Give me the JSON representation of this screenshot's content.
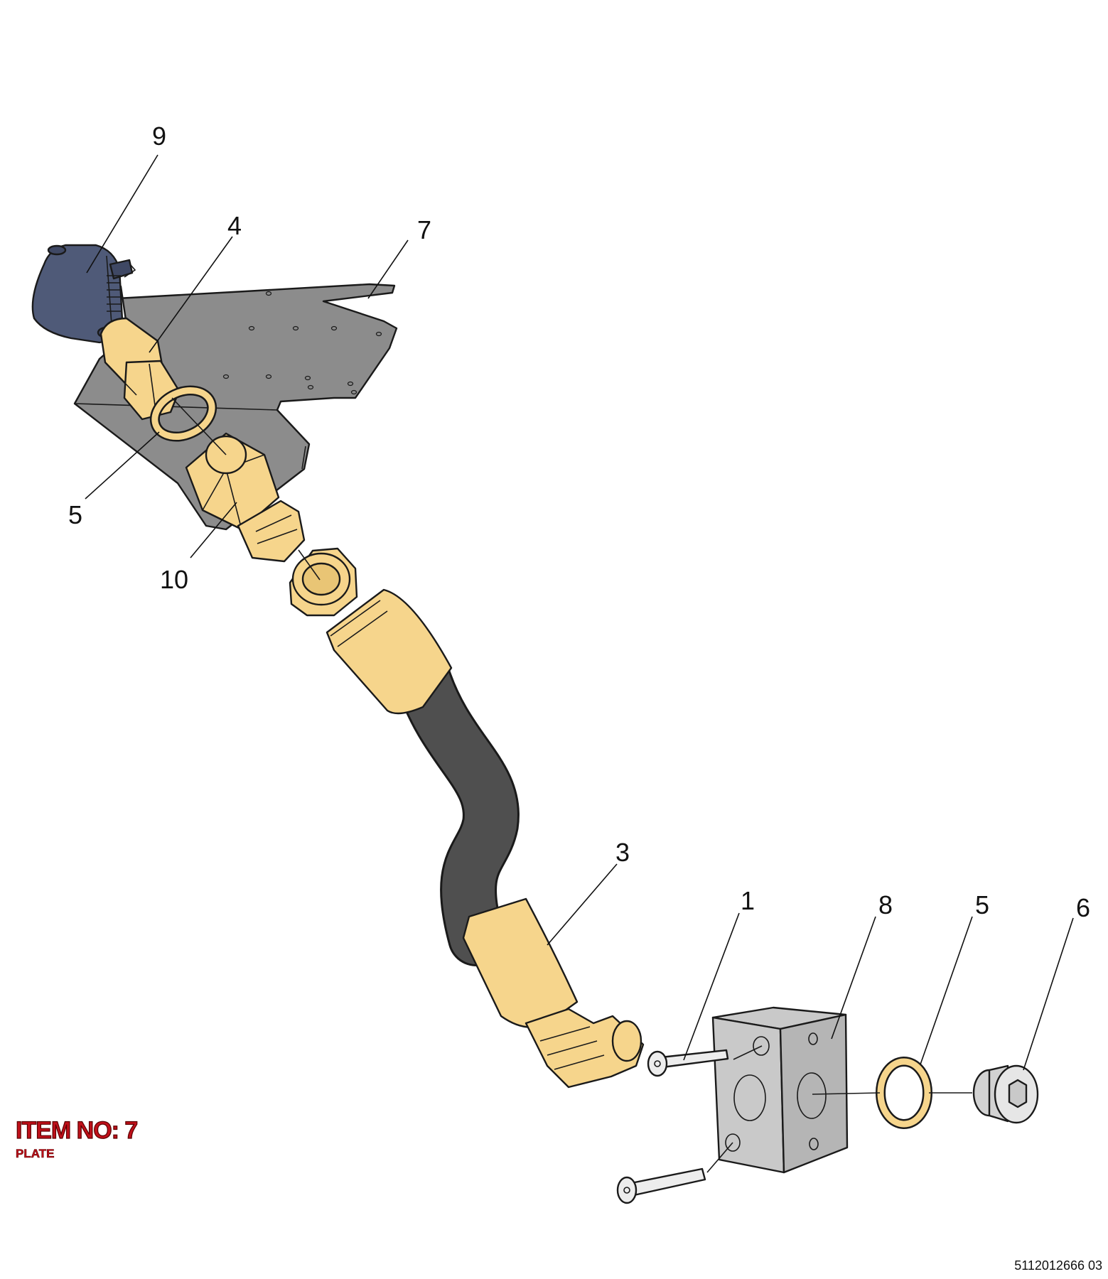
{
  "callouts": [
    {
      "label": "9"
    },
    {
      "label": "4"
    },
    {
      "label": "7"
    },
    {
      "label": "5"
    },
    {
      "label": "10"
    },
    {
      "label": "3"
    },
    {
      "label": "1"
    },
    {
      "label": "8"
    },
    {
      "label": "5"
    },
    {
      "label": "6"
    }
  ],
  "item": {
    "title": "ITEM NO: 7",
    "subtitle": "PLATE"
  },
  "drawing_number": "5112012666 03",
  "colors": {
    "brass": "#f6d58c",
    "plate_gray": "#8c8c8c",
    "hose_dark": "#4f4f4f",
    "block_gray": "#c9c9c9",
    "cap_blue": "#4f5a78",
    "title_red": "#c0101a"
  }
}
